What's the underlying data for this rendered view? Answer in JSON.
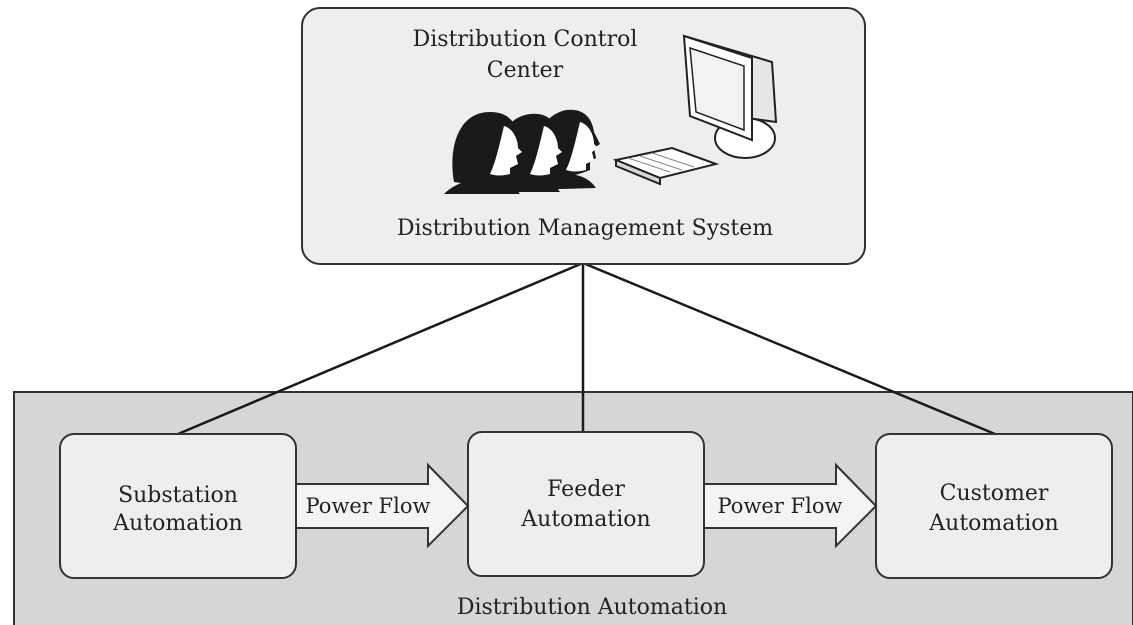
{
  "control_center": {
    "title_line1": "Distribution Control",
    "title_line2": "Center",
    "system_label": "Distribution Management System"
  },
  "automation": {
    "region_label": "Distribution Automation",
    "nodes": [
      {
        "line1": "Substation",
        "line2": "Automation"
      },
      {
        "line1": "Feeder",
        "line2": "Automation"
      },
      {
        "line1": "Customer",
        "line2": "Automation"
      }
    ],
    "arrows": [
      "Power Flow",
      "Power Flow"
    ]
  },
  "icons": {
    "operators": "operators-icon",
    "workstation": "computer-workstation-icon"
  },
  "colors": {
    "box_fill": "#eeeeee",
    "region_fill": "#d6d6d6",
    "stroke": "#333333"
  }
}
